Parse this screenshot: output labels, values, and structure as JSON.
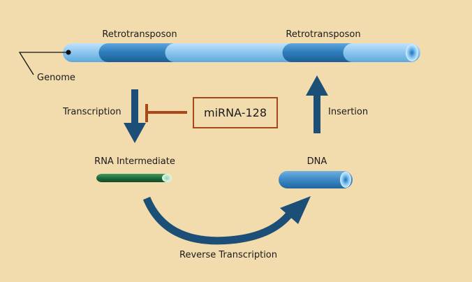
{
  "labels": {
    "retrotransposon_left": "Retrotransposon",
    "retrotransposon_right": "Retrotransposon",
    "genome": "Genome",
    "transcription": "Transcription",
    "mirna": "miRNA-128",
    "insertion": "Insertion",
    "rna_intermediate": "RNA Intermediate",
    "dna": "DNA",
    "reverse_transcription": "Reverse Transcription"
  },
  "colors": {
    "background": "#f2dcae",
    "genome_light": "#8ec8ef",
    "genome_dark": "#2f7fbd",
    "arrow": "#1c4f77",
    "inhibitor": "#a8471a",
    "mirna_border": "#a8471a",
    "rna_strand": "#1f6d3c"
  }
}
